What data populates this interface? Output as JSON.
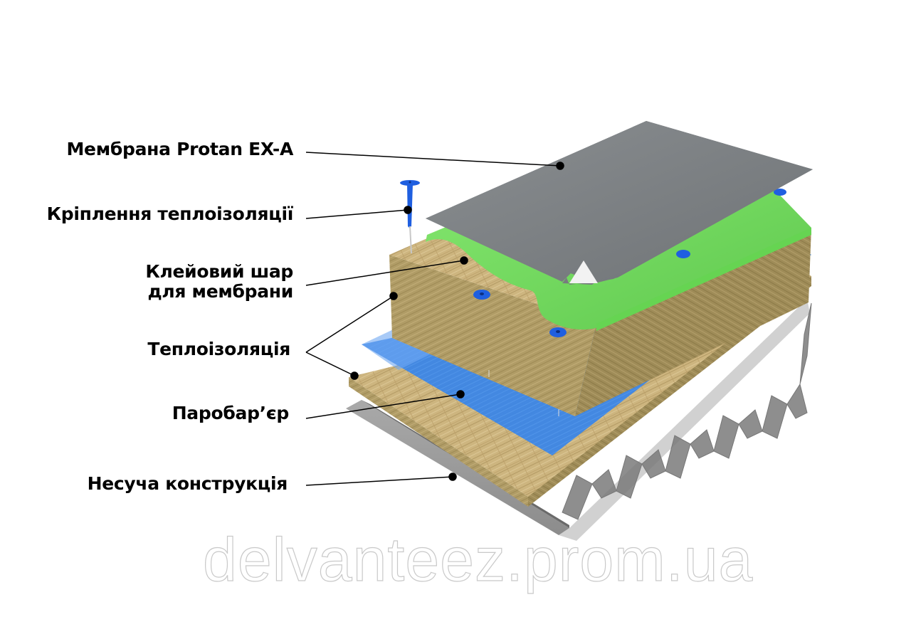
{
  "diagram": {
    "type": "roof-layer-cross-section",
    "watermark": "delvanteez.prom.ua",
    "colors": {
      "membrane": "#7d8184",
      "adhesive": "#7fe06a",
      "insulation": "#c8b07a",
      "insulation_side": "#a89660",
      "vapor_barrier": "#3a86e8",
      "steel_deck": "#9a9a9a",
      "fastener": "#1f5fe0",
      "leader": "#000000"
    },
    "labels": [
      {
        "id": "membrane",
        "lines": [
          "Мембрана Protan EX-A"
        ]
      },
      {
        "id": "fastener",
        "lines": [
          "Кріплення теплоізоляції"
        ]
      },
      {
        "id": "adhesive",
        "lines": [
          "Клейовий шар",
          "для мембрани"
        ]
      },
      {
        "id": "insulation",
        "lines": [
          "Теплоізоляція"
        ]
      },
      {
        "id": "vapor-barrier",
        "lines": [
          "Паробар’єр"
        ]
      },
      {
        "id": "load-bearing",
        "lines": [
          "Несуча конструкція"
        ]
      }
    ]
  }
}
